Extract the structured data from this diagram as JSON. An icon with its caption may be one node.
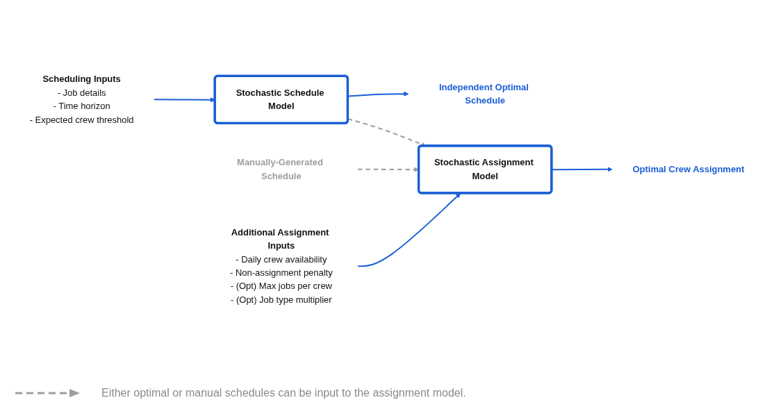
{
  "diagram": {
    "nodes": [
      {
        "text": [
          "Scheduling Inputs",
          "- Job details",
          "- Time horizon",
          "- Expected crew threshold"
        ]
      },
      {
        "text": [
          "Stochastic Schedule Model"
        ]
      },
      {
        "text": [
          "Independent Optimal Schedule"
        ]
      },
      {
        "text": [
          "Manually-Generated Schedule"
        ]
      },
      {
        "text": [
          "Stochastic Assignment Model"
        ]
      },
      {
        "text": [
          "Additional Assignment Inputs",
          "- Daily crew availability",
          "- Non-assignment penalty",
          "- (Opt) Max jobs per crew",
          "- (Opt) Job type multiplier"
        ]
      },
      {
        "text": [
          "Optimal Crew Assignment"
        ]
      }
    ],
    "edges": [
      {
        "from": 0,
        "to": 1,
        "arrow": "to"
      },
      {
        "from": 1,
        "to": 2,
        "arrow": "to"
      },
      {
        "from": 1,
        "to": 4,
        "arrow": "to",
        "style": "dashed",
        "color": "#9e9e9e"
      },
      {
        "from": 3,
        "to": 4,
        "arrow": "to",
        "style": "dashed",
        "color": "#9e9e9e"
      },
      {
        "from": 5,
        "to": 4,
        "arrow": "to"
      },
      {
        "from": 4,
        "to": 6,
        "arrow": "to"
      }
    ],
    "legend": [
      {
        "text": "Either optimal or manual schedules can be input to the assignment model."
      }
    ]
  }
}
